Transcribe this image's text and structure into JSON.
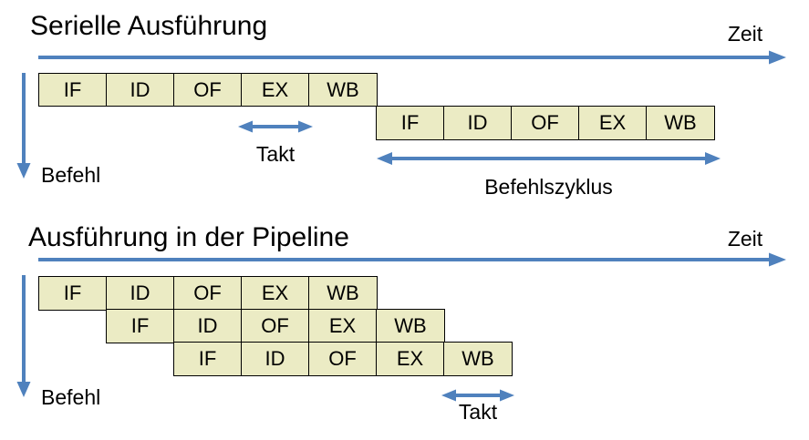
{
  "colors": {
    "background": "#ffffff",
    "box_fill": "#ebebc4",
    "box_border": "#000000",
    "arrow_blue": "#4f81bd",
    "text": "#000000"
  },
  "stages": [
    "IF",
    "ID",
    "OF",
    "EX",
    "WB"
  ],
  "serial_section": {
    "title": "Serielle Ausführung",
    "time_axis_label": "Zeit",
    "instruction_axis_label": "Befehl",
    "clock_label": "Takt",
    "instruction_cycle_label": "Befehlszyklus",
    "instruction_rows": 2
  },
  "pipeline_section": {
    "title": "Ausführung in der Pipeline",
    "time_axis_label": "Zeit",
    "instruction_axis_label": "Befehl",
    "clock_label": "Takt",
    "instruction_rows": 3
  }
}
